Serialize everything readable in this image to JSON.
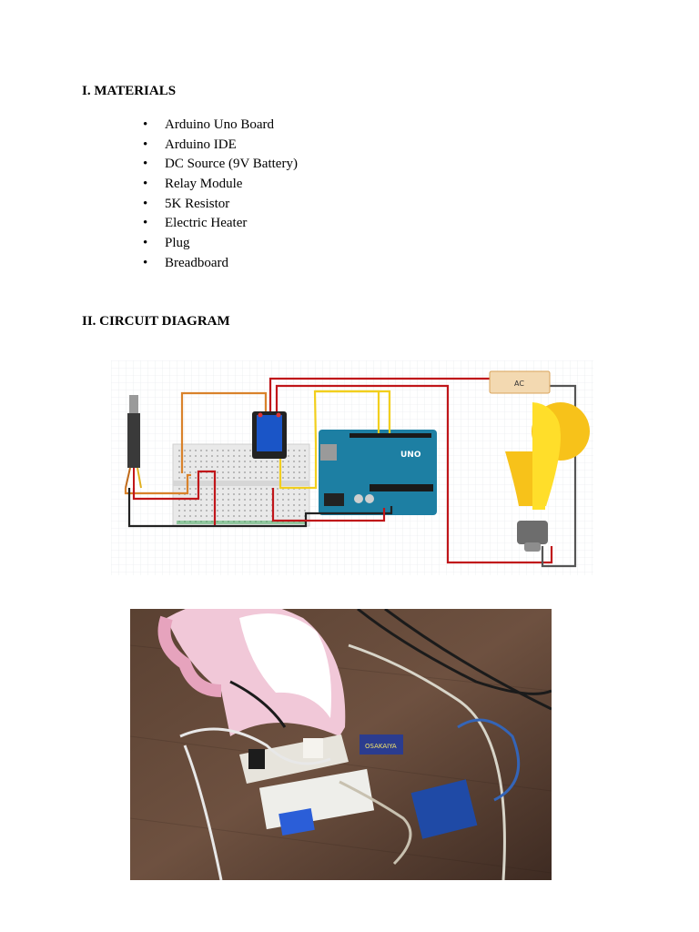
{
  "materials": {
    "heading": "I. MATERIALS",
    "items": [
      "Arduino Uno Board",
      "Arduino IDE",
      "DC Source (9V Battery)",
      "Relay Module",
      "5K Resistor",
      "Electric Heater",
      "Plug",
      "Breadboard"
    ]
  },
  "circuit": {
    "heading": "II. CIRCUIT DIAGRAM",
    "ac_label": "AC",
    "uno_label": "UNO",
    "photo_label": "OSAKAIYA"
  },
  "colors": {
    "wire_red": "#c0161a",
    "wire_orange": "#d9822b",
    "wire_yellow": "#f2cf1d",
    "wire_black": "#222222",
    "wire_gray": "#555555",
    "arduino_teal": "#1d7fa3",
    "relay_blue": "#1a55c7",
    "bulb_yellow": "#f7c21a"
  }
}
